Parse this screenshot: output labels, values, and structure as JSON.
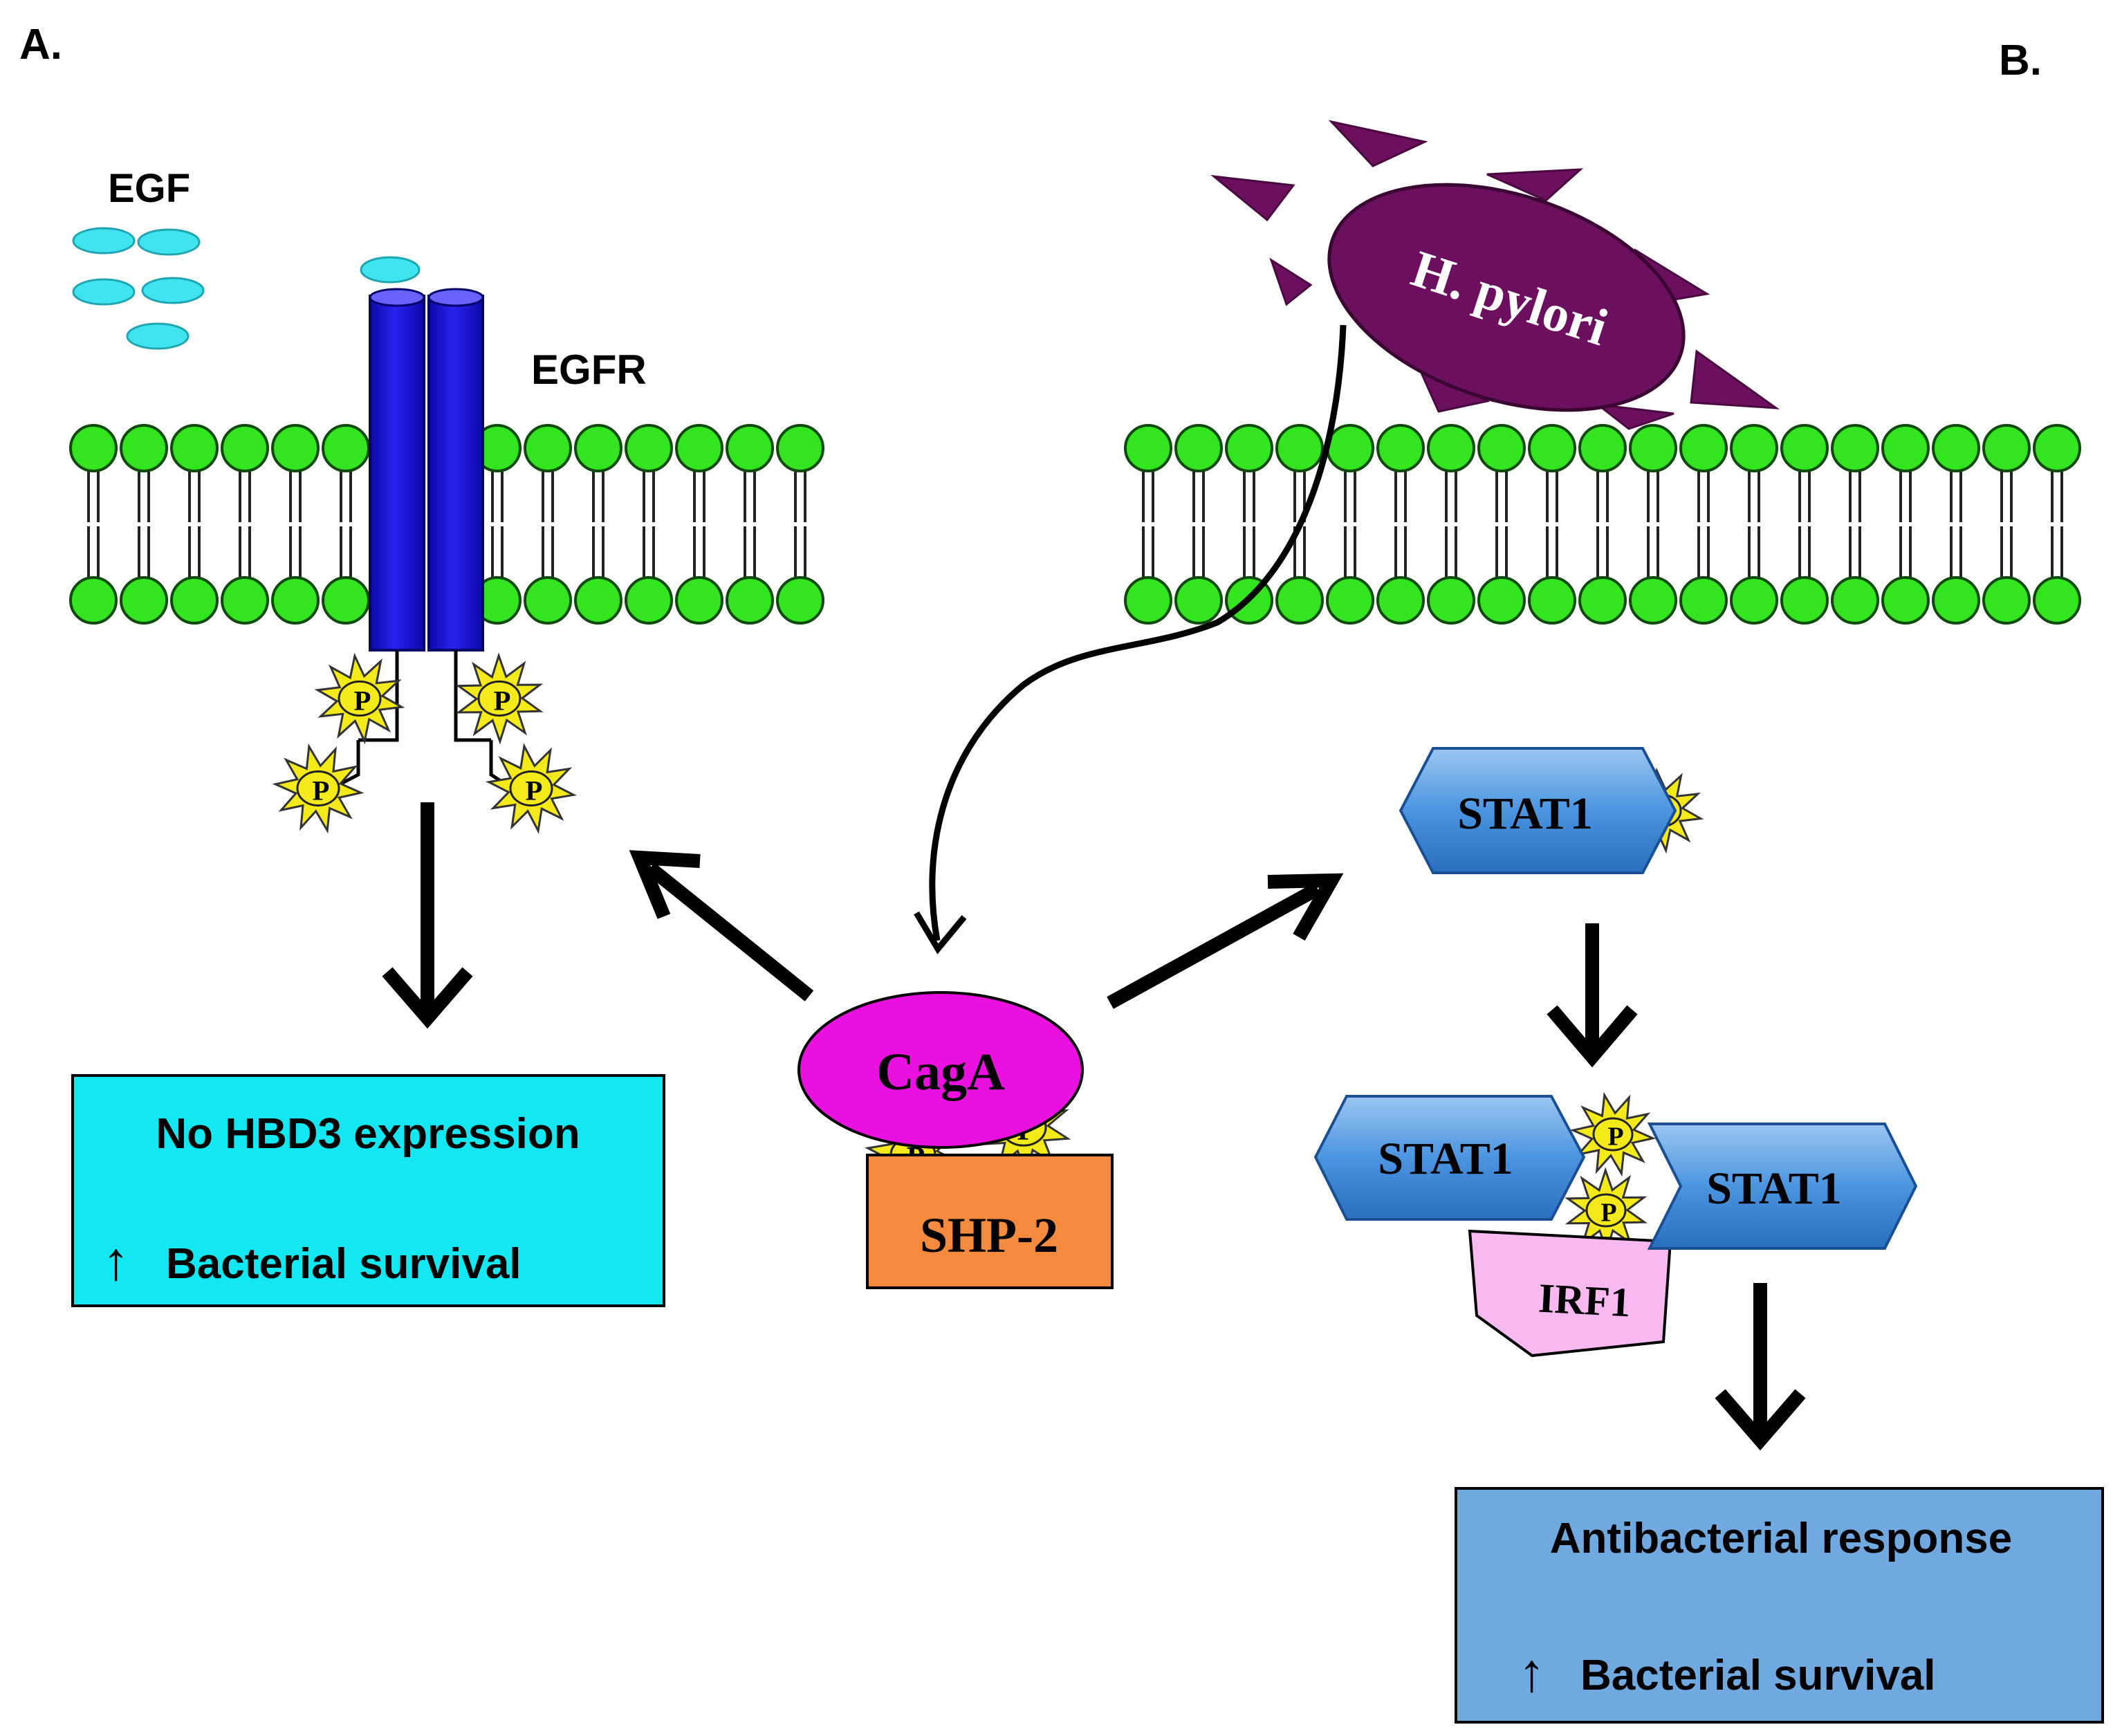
{
  "panels": {
    "a_label": "A.",
    "b_label": "B."
  },
  "egf": {
    "label": "EGF"
  },
  "egfr": {
    "label": "EGFR"
  },
  "bacterium": {
    "label": "H. pylori"
  },
  "phospho": {
    "label": "P"
  },
  "caga": {
    "label": "CagA"
  },
  "shp2": {
    "label": "SHP-2"
  },
  "stat1": {
    "label": "STAT1"
  },
  "irf1": {
    "label": "IRF1"
  },
  "outcome_a": {
    "line1": "No HBD3 expression",
    "arrow": "↑",
    "line2": "Bacterial survival"
  },
  "outcome_b": {
    "line1": "Antibacterial response",
    "arrow": "↑",
    "line2": "Bacterial survival"
  },
  "colors": {
    "lipid_head": "#33e51f",
    "egfr": "#1a10d8",
    "egf": "#3fe4ef",
    "bacterium": "#6d0f5f",
    "caga": "#ea10e0",
    "shp2": "#f48a3e",
    "stat1": "#4a94e0",
    "irf1": "#f8b8f0",
    "phospho": "#f4ea1a",
    "outcome_a_bg": "#13e8f2",
    "outcome_b_bg": "#6fa9e0"
  }
}
